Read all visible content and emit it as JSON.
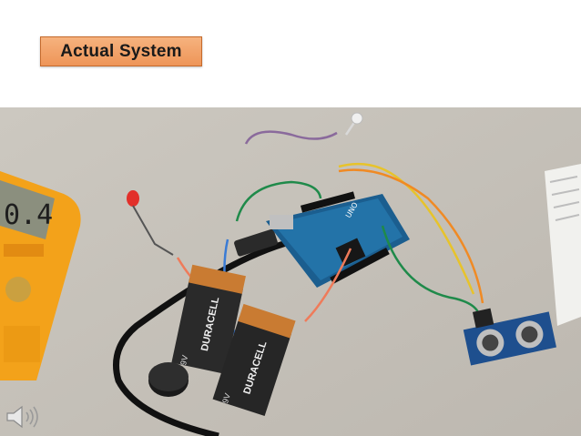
{
  "slide": {
    "title": "Actual System",
    "colors": {
      "title_fill": "#f0a064",
      "title_border": "#c56a2c"
    }
  },
  "photo": {
    "battery_brand": "DURACELL",
    "battery_voltage": "9V",
    "board_label": "UNO",
    "multimeter_reading": "0.4"
  },
  "audio": {
    "icon": "speaker-icon"
  }
}
